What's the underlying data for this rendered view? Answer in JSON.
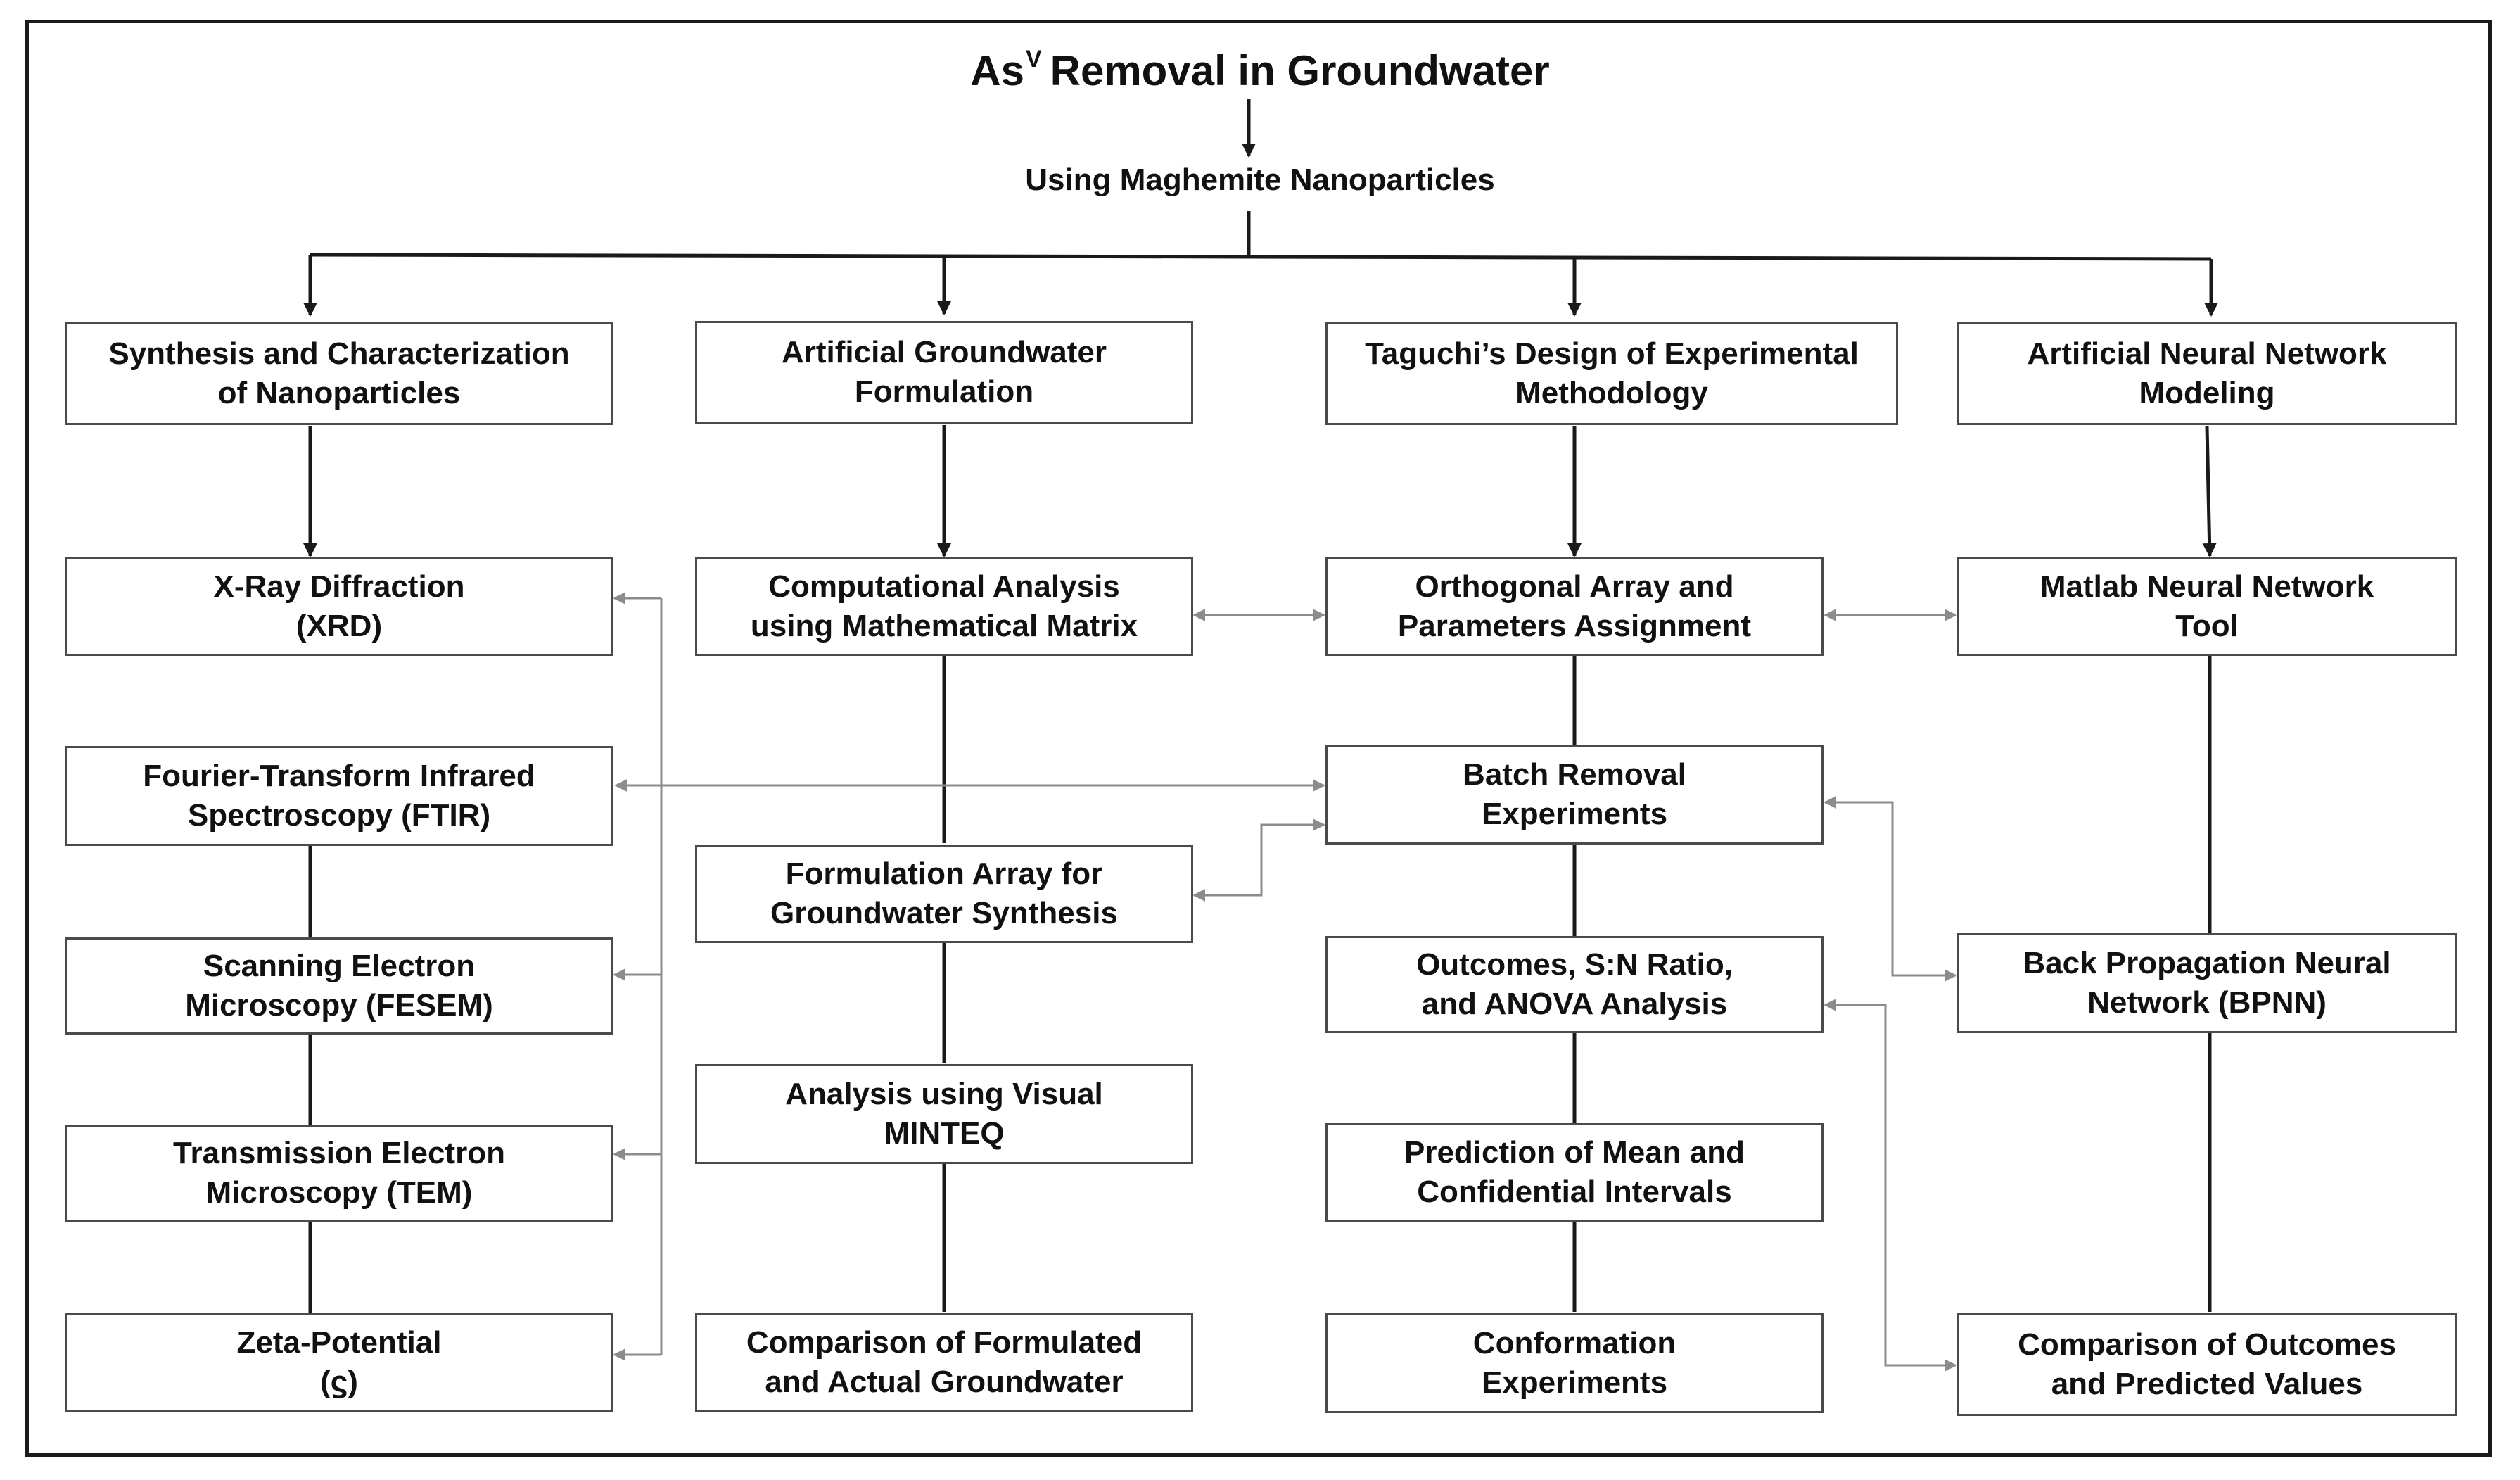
{
  "title": {
    "main": "As",
    "superscript": "V",
    "rest": "Removal in Groundwater"
  },
  "subtitle": "Using Maghemite Nanoparticles",
  "columns": [
    {
      "header": "Synthesis and Characterization\nof Nanoparticles",
      "items": [
        "X-Ray Diffraction\n(XRD)",
        "Fourier-Transform Infrared\nSpectroscopy (FTIR)",
        "Scanning Electron\nMicroscopy (FESEM)",
        "Transmission Electron\nMicroscopy (TEM)",
        "Zeta-Potential\n(ϛ)"
      ]
    },
    {
      "header": "Artificial Groundwater\nFormulation",
      "items": [
        "Computational Analysis\nusing Mathematical Matrix",
        "Formulation Array for\nGroundwater Synthesis",
        "Analysis using Visual\nMINTEQ",
        "Comparison of Formulated\nand Actual Groundwater"
      ]
    },
    {
      "header": "Taguchi’s Design of Experimental\nMethodology",
      "items": [
        "Orthogonal Array and\nParameters Assignment",
        "Batch Removal\nExperiments",
        "Outcomes, S:N Ratio,\nand ANOVA Analysis",
        "Prediction of Mean and\nConfidential Intervals",
        "Conformation\nExperiments"
      ]
    },
    {
      "header": "Artificial Neural Network\nModeling",
      "items": [
        "Matlab Neural Network\nTool",
        "Back Propagation Neural\nNetwork (BPNN)",
        "Comparison of Outcomes\nand Predicted Values"
      ]
    }
  ],
  "colors": {
    "main_line": "#1a1a1a",
    "connector_line": "#8c8c8c",
    "box_border": "#4a4a4a"
  }
}
